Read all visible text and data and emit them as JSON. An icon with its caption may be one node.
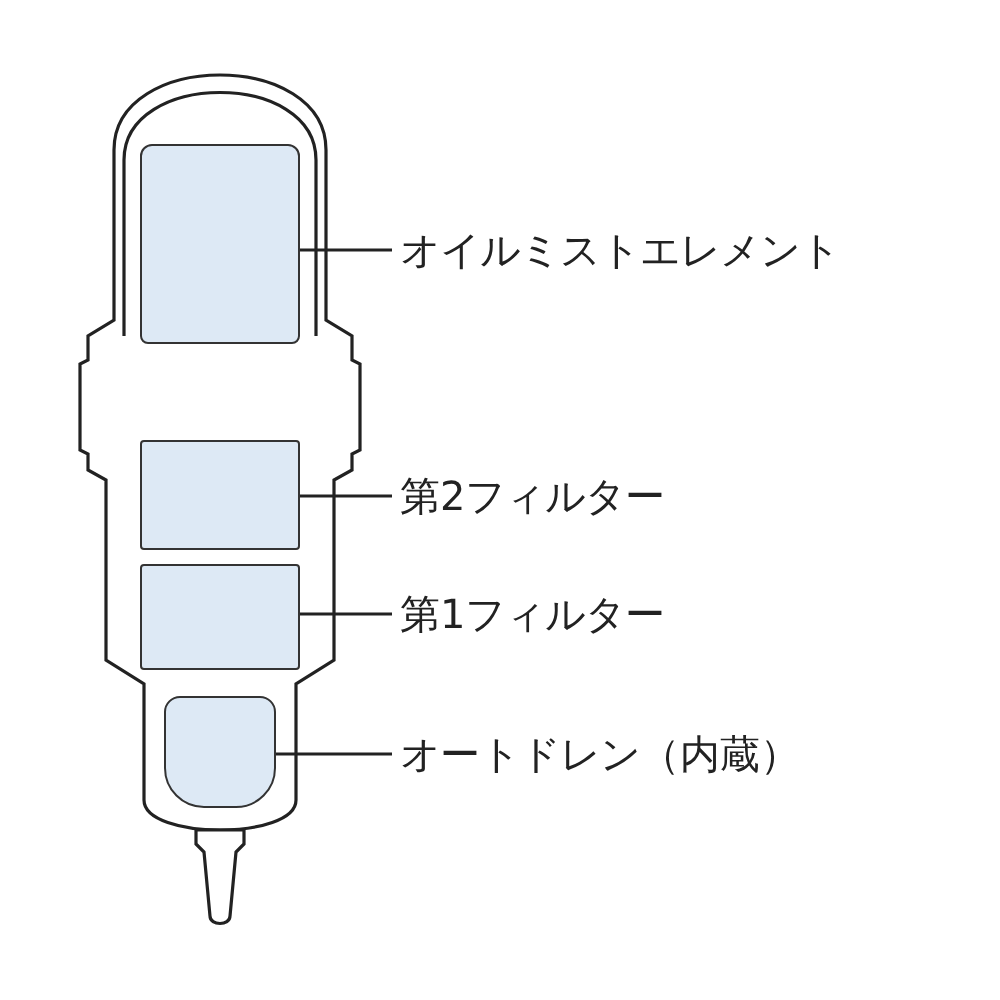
{
  "diagram": {
    "nodes": [
      {
        "text": [
          "オイルミストエレメント"
        ]
      },
      {
        "text": [
          "第2フィルター"
        ]
      },
      {
        "text": [
          "第1フィルター"
        ]
      },
      {
        "text": [
          "オートドレン（内蔵）"
        ]
      },
      {
        "text": [],
        "shape": "box"
      },
      {
        "text": [],
        "shape": "box"
      },
      {
        "text": [],
        "shape": "box"
      },
      {
        "text": [],
        "shape": "box"
      }
    ],
    "edges": [
      {
        "from": 0,
        "to": 4,
        "arrow": "none"
      },
      {
        "from": 1,
        "to": 5,
        "arrow": "none"
      },
      {
        "from": 2,
        "to": 6,
        "arrow": "none"
      },
      {
        "from": 3,
        "to": 7,
        "arrow": "none"
      }
    ]
  }
}
